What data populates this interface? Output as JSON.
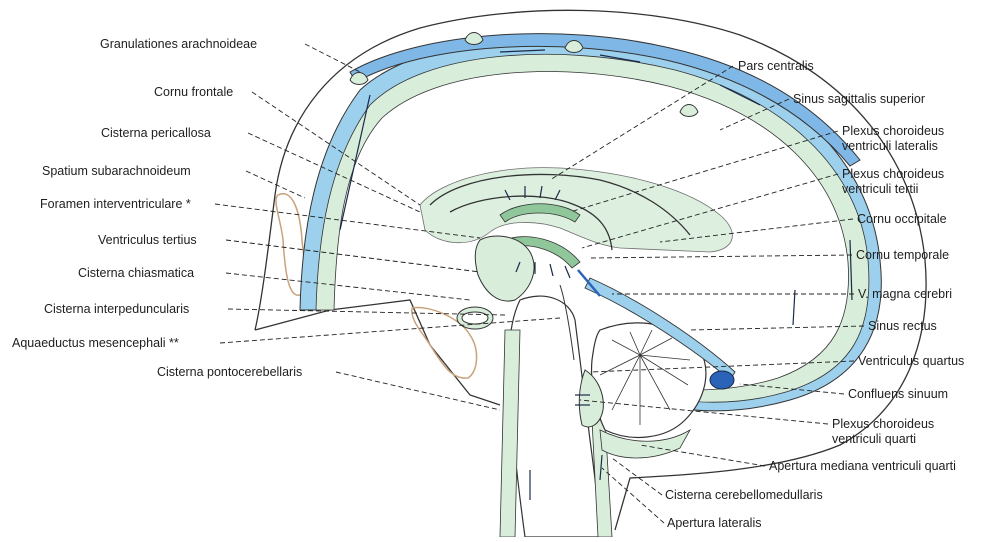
{
  "colors": {
    "csf_blue": "#9cd0ec",
    "csf_green": "#d8eedb",
    "plexus_green": "#8fc79a",
    "sinus_dark": "#2a63b8",
    "bone_tan": "#c9a27a",
    "outline": "#333333"
  },
  "labels": {
    "granulationes": "Granulationes arachnoideae",
    "cornu_frontale": "Cornu frontale",
    "cisterna_pericallosa": "Cisterna pericallosa",
    "spatium": "Spatium subarachnoideum",
    "foramen": "Foramen interventriculare *",
    "ventriculus_tertius": "Ventriculus tertius",
    "cisterna_chiasmatica": "Cisterna chiasmatica",
    "cisterna_interpeduncularis": "Cisterna interpeduncularis",
    "aquaeductus": "Aquaeductus mesencephali **",
    "cisterna_pontocerebellaris": "Cisterna pontocerebellaris",
    "pars_centralis": "Pars centralis",
    "sinus_sagittalis": "Sinus sagittalis superior",
    "plexus_lat_1": "Plexus choroideus",
    "plexus_lat_2": "ventriculi lateralis",
    "plexus_tert_1": "Plexus choroideus",
    "plexus_tert_2": "ventriculi tertii",
    "cornu_occipitale": "Cornu occipitale",
    "cornu_temporale": "Cornu temporale",
    "v_magna": "V. magna cerebri",
    "sinus_rectus": "Sinus rectus",
    "ventriculus_quartus": "Ventriculus quartus",
    "confluens": "Confluens sinuum",
    "plexus_quart_1": "Plexus choroideus",
    "plexus_quart_2": "ventriculi quarti",
    "apertura_mediana": "Apertura mediana ventriculi quarti",
    "cisterna_cerebellomedullaris": "Cisterna cerebellomedullaris",
    "apertura_lateralis": "Apertura lateralis"
  }
}
